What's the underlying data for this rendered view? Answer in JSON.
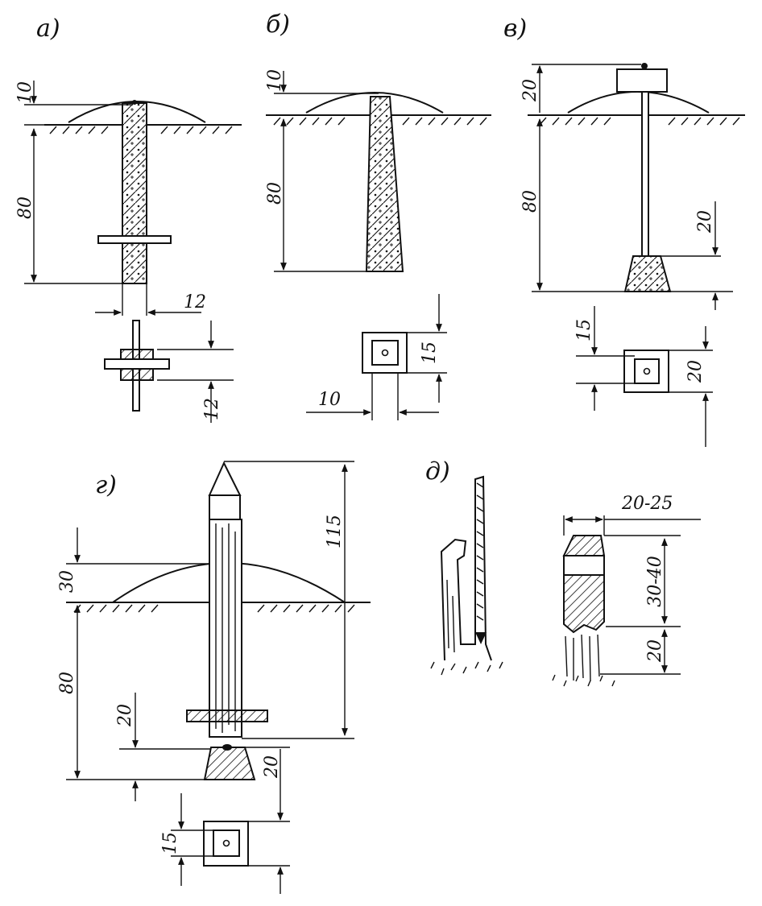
{
  "panels": {
    "a": {
      "label": "а)",
      "dims": {
        "top": "10",
        "depth": "80",
        "width": "12",
        "crossbar": "12"
      }
    },
    "b": {
      "label": "б)",
      "dims": {
        "top": "10",
        "depth": "80",
        "plan_height": "15",
        "plan_width": "10"
      }
    },
    "v": {
      "label": "в)",
      "dims": {
        "top": "20",
        "depth": "80",
        "base": "20",
        "plan_left": "15",
        "plan_right": "20"
      }
    },
    "g": {
      "label": "г)",
      "dims": {
        "top": "30",
        "depth": "80",
        "total": "115",
        "base": "20",
        "base_right": "20",
        "plan": "15"
      }
    },
    "d": {
      "label": "д)",
      "dims": {
        "width": "20-25",
        "height": "30-40",
        "depth": "20"
      }
    }
  }
}
